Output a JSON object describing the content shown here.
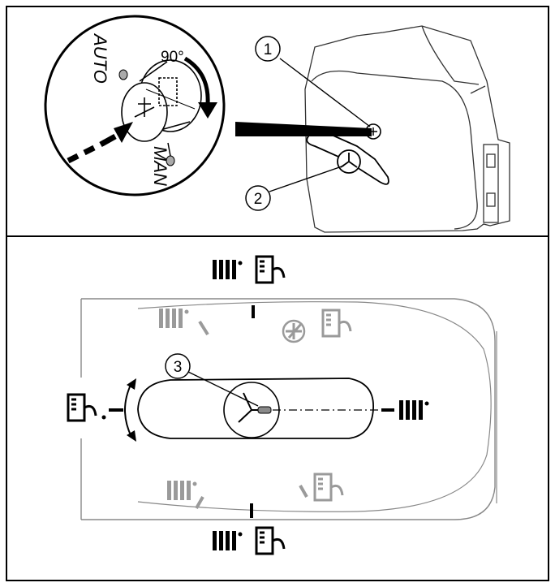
{
  "labels": {
    "auto": "AUTO",
    "man": "MAN",
    "angle": "90°",
    "callout_1": "1",
    "callout_2": "2",
    "callout_3": "3"
  },
  "colors": {
    "frame": "#000000",
    "line": "#000000",
    "faded": "#9a9a9a",
    "housing": "#ffffff",
    "mark": "#8a8a8a"
  },
  "icons": {
    "heating": "radiator-icon",
    "hot_water": "hot-water-tap-icon",
    "fill": "fill-valve-icon"
  }
}
